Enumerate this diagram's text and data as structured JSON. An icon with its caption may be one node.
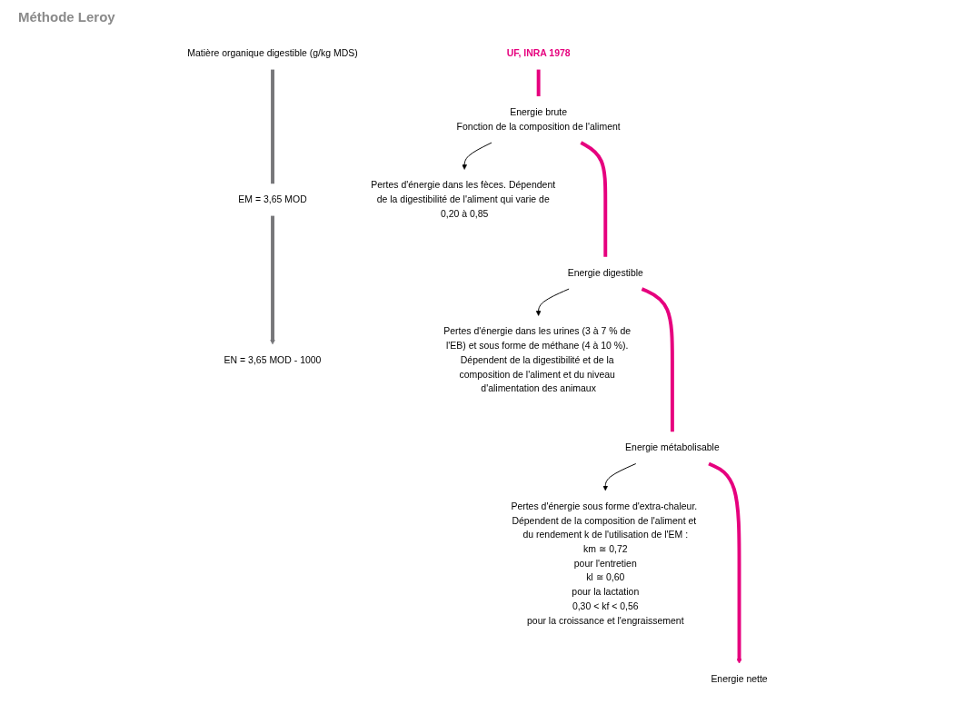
{
  "diagram": {
    "nodes": [
      {
        "text": [
          "UF, INRA 1978"
        ]
      },
      {
        "text": [
          "Energie brute"
        ],
        "beside": [
          "Fonction de la composition de l'aliment"
        ]
      },
      {
        "text": [
          "Energie digestible"
        ]
      },
      {
        "text": [
          "Energie métabolisable"
        ]
      },
      {
        "text": [
          "Energie nette"
        ]
      },
      {
        "text": [
          "Pertes d'énergie dans les fèces. Dépendent de la digestibilité de l'aliment qui varie de 0,20 à 0,85"
        ]
      },
      {
        "text": [
          "Pertes d'énergie dans les urines (3 à 7 % de l'EB) et sous forme de méthane (4 à 10 %). Dépendent de la digestibilité et de la composition de l'aliment et du niveau d'alimentation des animaux"
        ]
      },
      {
        "text": [
          "Pertes d'énergie sous forme d'extra-chaleur. Dépendent de la composition de l'aliment et du rendement k de l'utilisation de l'EM :",
          "km ≅ 0,72",
          "pour l'entretien",
          "kl ≅ 0,60",
          "pour la lactation",
          "0,30 < kf < 0,56",
          "pour la croissance et l'engraissement"
        ]
      },
      {
        "text": [
          "Matière organique digestible (g/kg MDS)"
        ]
      },
      {
        "text": [
          "EM = 3,65 MOD"
        ]
      },
      {
        "text": [
          "EN = 3,65 MOD - 1000"
        ]
      }
    ],
    "edges": [
      {
        "from": 0,
        "to": 1,
        "arrow": "none"
      },
      {
        "from": 1,
        "to": 2,
        "arrow": "none"
      },
      {
        "from": 2,
        "to": 3,
        "arrow": "none"
      },
      {
        "from": 3,
        "to": 4,
        "arrow": "to"
      },
      {
        "from": 1,
        "to": 5,
        "arrow": "to",
        "color": "#000000"
      },
      {
        "from": 2,
        "to": 6,
        "arrow": "to",
        "color": "#000000"
      },
      {
        "from": 3,
        "to": 7,
        "arrow": "to",
        "color": "#000000"
      },
      {
        "from": 8,
        "to": 9,
        "arrow": "none",
        "color": "#77777a"
      },
      {
        "from": 9,
        "to": 10,
        "arrow": "to",
        "color": "#77777a"
      }
    ],
    "labels": [
      "Méthode Leroy"
    ]
  }
}
